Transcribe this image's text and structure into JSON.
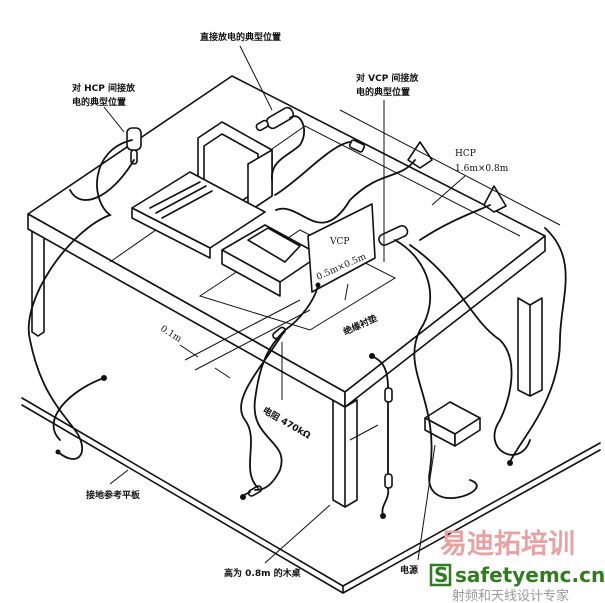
{
  "labels": {
    "direct_discharge": "直接放电的典型位置",
    "hcp_indirect_1": "对 HCP 间接放",
    "hcp_indirect_2": "电的典型位置",
    "vcp_indirect_1": "对 VCP 间接放",
    "vcp_indirect_2": "电的典型位置",
    "hcp": "HCP",
    "hcp_size": "1.6m×0.8m",
    "vcp": "VCP",
    "vcp_size": "0.5m×0.5m",
    "insulation": "绝缘衬垫",
    "distance": "0.1m",
    "resistor": "电阻 470kΩ",
    "ground_plane": "接地参考平板",
    "table": "高为 0.8m 的木桌",
    "power": "电源"
  },
  "watermark": {
    "cn_title": "易迪拓培训",
    "site": "safetyemc.cn",
    "tagline": "射频和天线设计专家",
    "logo_letter": "S"
  }
}
